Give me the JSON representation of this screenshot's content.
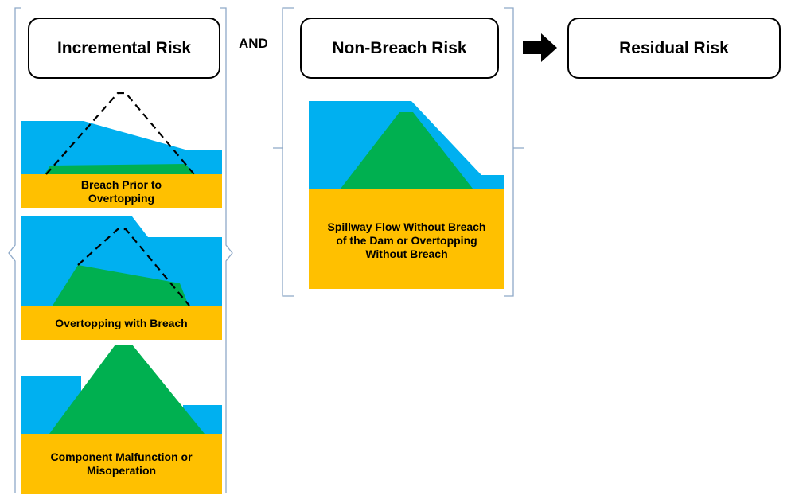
{
  "headers": {
    "incremental_risk": "Incremental Risk",
    "connector_and": "AND",
    "non_breach_risk": "Non-Breach Risk",
    "residual_risk": "Residual Risk"
  },
  "scenarios": {
    "breach_prior": "Breach Prior to Overtopping",
    "overtopping_breach": "Overtopping with Breach",
    "component_malfunction": "Component Malfunction or Misoperation",
    "spillway_flow": "Spillway Flow Without Breach of the Dam or Overtopping Without Breach"
  },
  "colors": {
    "water": "#00B0F0",
    "dam": "#00B050",
    "foundation": "#FFC000",
    "bracket": "#8EA9C8"
  },
  "icons": {
    "arrow": "right-arrow-icon",
    "original_dam_outline": "dashed-triangle-outline"
  }
}
